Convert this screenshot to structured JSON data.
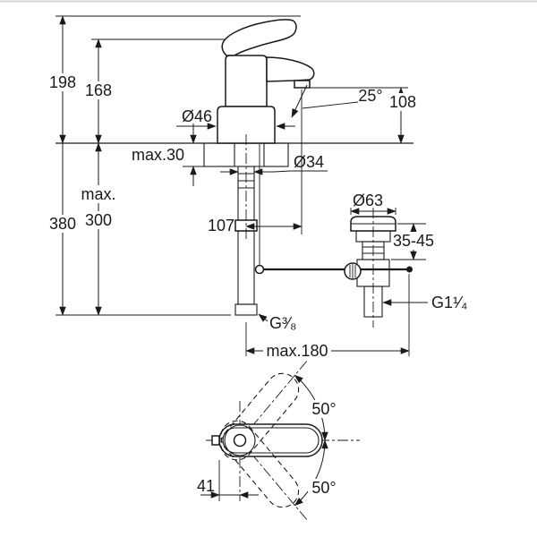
{
  "colors": {
    "line": "#1a1a1a",
    "background": "#ffffff"
  },
  "side_view": {
    "labels": {
      "height_total": "198",
      "height_body": "168",
      "max_prefix": "max.",
      "depth_total": "380",
      "hose_length": "300",
      "base_diameter": "Ø46",
      "spout_angle": "25°",
      "spout_height": "108",
      "deck_thickness": "max.30",
      "shank_diameter": "Ø34",
      "spout_reach": "107",
      "waste_flange_diameter": "Ø63",
      "basin_thickness_range": "35-45",
      "waste_thread": "G1¹⁄₄",
      "hose_thread": "G³⁄₈",
      "rod_reach": "max.180"
    }
  },
  "top_view": {
    "labels": {
      "lever_swing_upper": "50°",
      "lever_swing_lower": "50°",
      "lever_offset": "41"
    }
  }
}
